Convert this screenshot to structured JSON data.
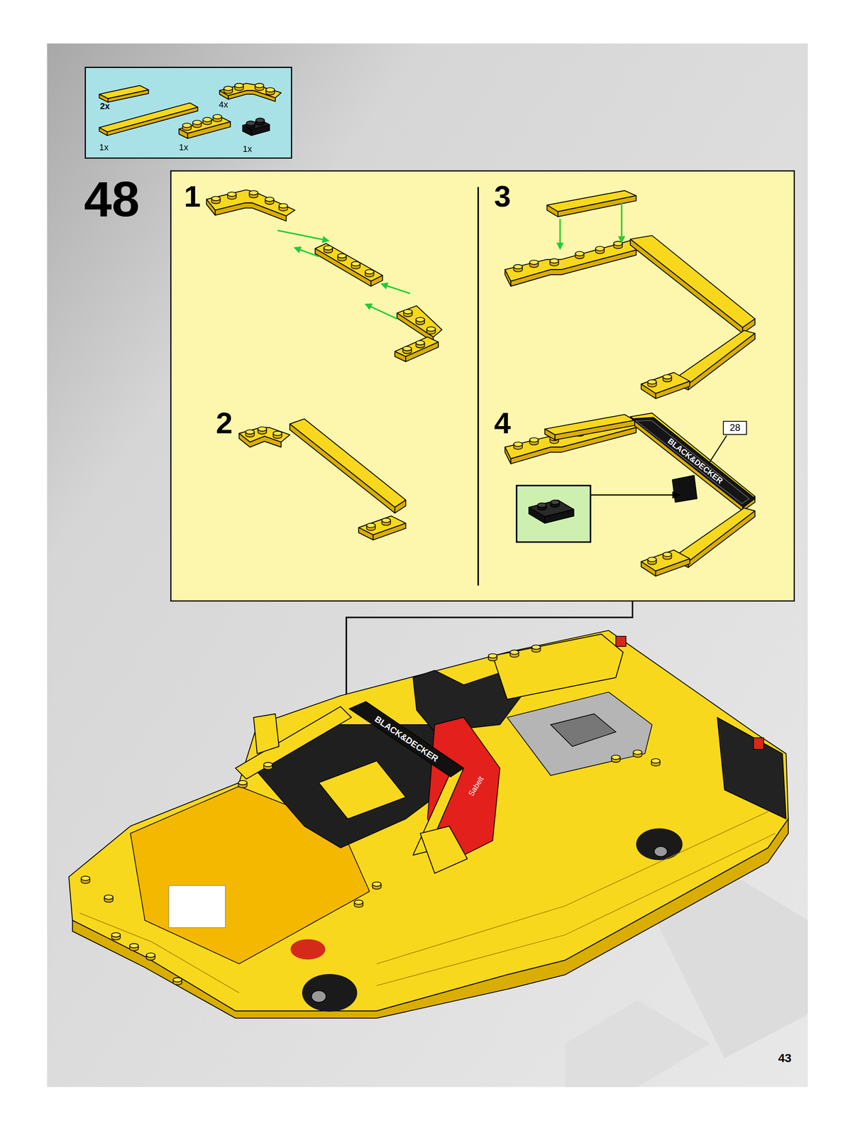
{
  "diagram": {
    "nodes": [
      {
        "text": [
          "2x",
          "4x",
          "1x",
          "1x",
          "1x"
        ]
      },
      {
        "text": [
          "1",
          "2",
          "3",
          "4"
        ]
      },
      {
        "text": [
          "28"
        ],
        "in": 1
      }
    ],
    "labels": [
      "48",
      "BLACK&DECKER",
      "BLACK&DECKER",
      "Sabelt",
      "43"
    ]
  }
}
